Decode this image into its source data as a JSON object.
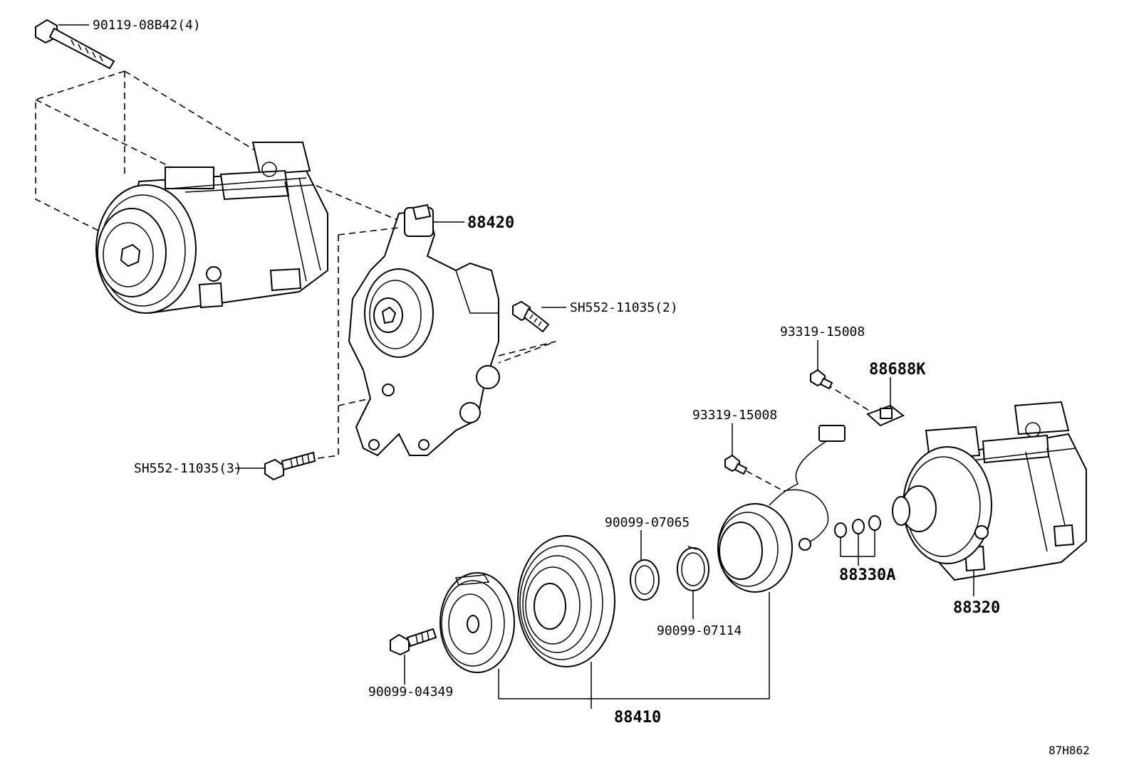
{
  "diagram_id": "87H862",
  "labels": {
    "bolt_top": "90119-08B42(4)",
    "bracket": "88420",
    "bolt_right": "SH552-11035(2)",
    "bolt_left": "SH552-11035(3)",
    "screw_a": "93319-15008",
    "screw_b": "93319-15008",
    "sensor": "88688K",
    "snap_ring_a": "90099-07065",
    "snap_ring_b": "90099-07114",
    "pulley_bolt": "90099-04349",
    "shims": "88330A",
    "compressor": "88320",
    "clutch_kit": "88410"
  }
}
